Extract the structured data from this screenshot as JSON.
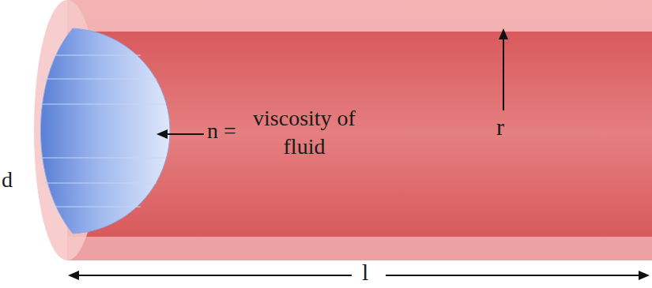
{
  "diagram": {
    "labels": [
      "d",
      "n =",
      "viscosity of fluid",
      "r",
      "l"
    ]
  }
}
